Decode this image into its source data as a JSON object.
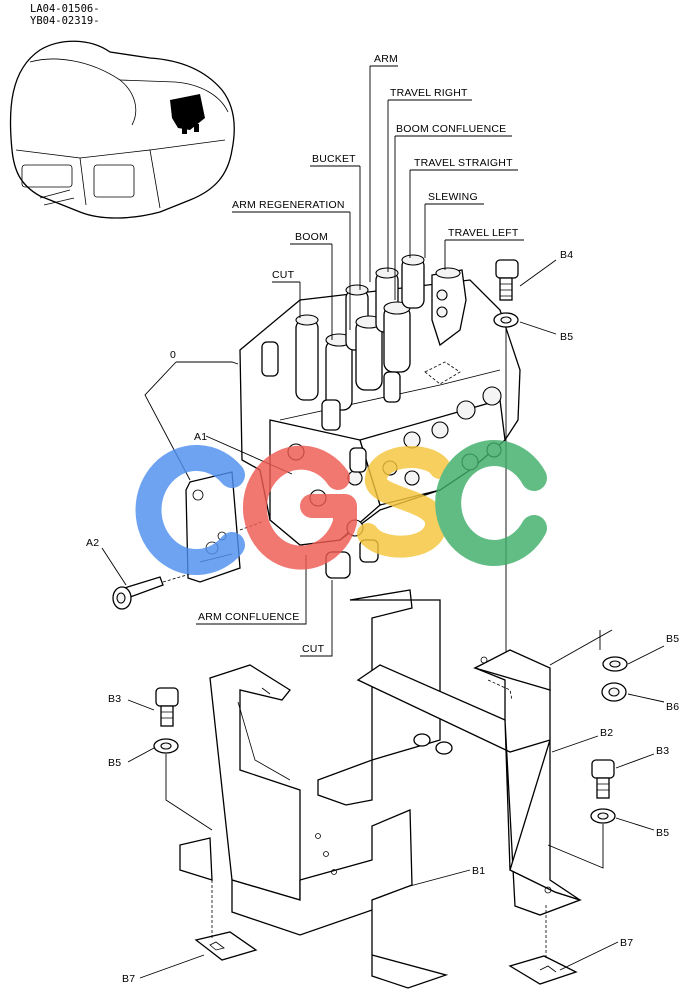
{
  "diagram": {
    "codes": [
      "LA04-01506-",
      "YB04-02319-"
    ],
    "labels": {
      "arm": "ARM",
      "travel_right": "TRAVEL RIGHT",
      "boom_confluence": "BOOM CONFLUENCE",
      "bucket": "BUCKET",
      "travel_straight": "TRAVEL STRAIGHT",
      "slewing": "SLEWING",
      "arm_regeneration": "ARM REGENERATION",
      "travel_left": "TRAVEL LEFT",
      "boom": "BOOM",
      "cut_top": "CUT",
      "arm_confluence": "ARM CONFLUENCE",
      "cut_bottom": "CUT"
    },
    "parts": {
      "zero": "0",
      "a1": "A1",
      "a2": "A2",
      "b1": "B1",
      "b2": "B2",
      "b3_left": "B3",
      "b3_right": "B3",
      "b4": "B4",
      "b5_left": "B5",
      "b5_top": "B5",
      "b5_mid": "B5",
      "b5_bottom": "B5",
      "b6": "B6",
      "b7_left": "B7",
      "b7_right": "B7"
    },
    "watermark": {
      "text": "CGSC",
      "colors": [
        "#4f8ff0",
        "#ee5a52",
        "#f5c53c",
        "#3fae6a"
      ]
    }
  }
}
